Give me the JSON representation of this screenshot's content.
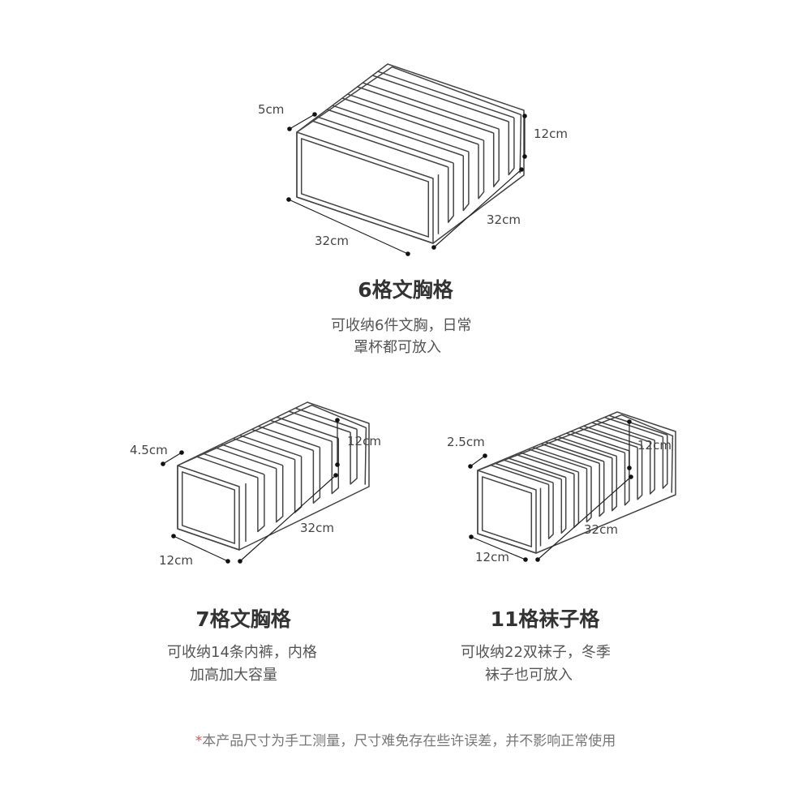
{
  "products": [
    {
      "title": "6格文胸格",
      "desc_line1": "可收纳6件文胸，日常",
      "desc_line2": "罩杯都可放入",
      "dims": {
        "cell": "5cm",
        "height": "12cm",
        "depth": "32cm",
        "width": "32cm"
      }
    },
    {
      "title": "7格文胸格",
      "desc_line1": "可收纳14条内裤，内格",
      "desc_line2": "加高加大容量",
      "dims": {
        "cell": "4.5cm",
        "height": "12cm",
        "depth": "32cm",
        "width": "12cm"
      }
    },
    {
      "title": "11格袜子格",
      "desc_line1": "可收纳22双袜子，冬季",
      "desc_line2": "袜子也可放入",
      "dims": {
        "cell": "2.5cm",
        "height": "12cm",
        "depth": "32cm",
        "width": "12cm"
      }
    }
  ],
  "footnote": {
    "mark": "*",
    "text": "本产品尺寸为手工测量，尺寸难免存在些许误差，并不影响正常使用"
  },
  "colors": {
    "line": "#444444",
    "text": "#333333",
    "accent": "#d9534f"
  }
}
